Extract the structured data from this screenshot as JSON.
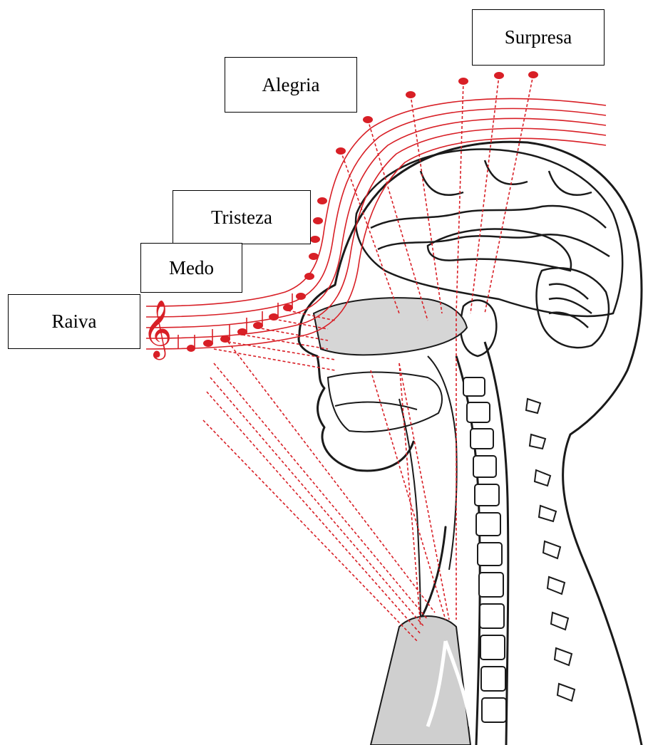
{
  "labels": {
    "surpresa": "Surpresa",
    "alegria": "Alegria",
    "tristeza": "Tristeza",
    "medo": "Medo",
    "raiva": "Raiva"
  },
  "colors": {
    "staff_red": "#d81f26",
    "anatomy_ink": "#1a1a1a",
    "background": "#ffffff",
    "label_border": "#000000"
  },
  "icons": [
    "treble-clef-icon",
    "music-note-icon"
  ]
}
